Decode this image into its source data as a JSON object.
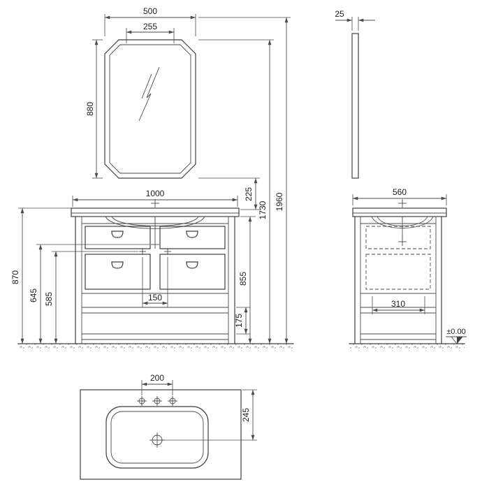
{
  "front_view": {
    "mirror_width": "500",
    "mirror_top_inset": "255",
    "mirror_height": "880",
    "overall_height": "1960",
    "floor_to_mirror_top": "1730",
    "mirror_to_counter_gap": "225",
    "floor_to_counter_underside": "855",
    "vanity_width": "1000",
    "vanity_height": "870",
    "floor_to_drain": "645",
    "floor_to_connection": "585",
    "connection_spacing": "150",
    "shelf_clearance": "175"
  },
  "side_view": {
    "mirror_thickness": "25",
    "vanity_depth": "560",
    "drawer_depth": "310",
    "floor_level": "±0.00"
  },
  "top_view": {
    "faucet_hole_spacing": "200",
    "basin_center_offset": "245"
  }
}
